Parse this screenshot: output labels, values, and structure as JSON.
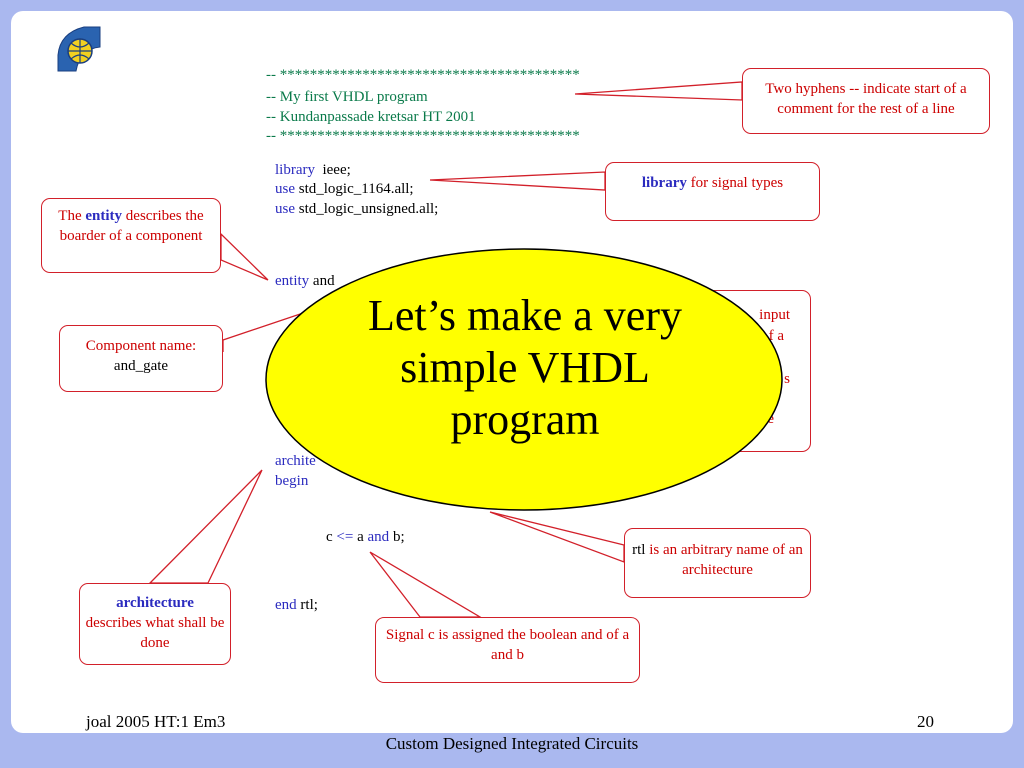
{
  "code": {
    "comment_stars_1": "-- ****************************************",
    "comment_line_2": "-- My first VHDL program",
    "comment_line_3": "-- Kundanpassade kretsar HT 2001",
    "comment_stars_4": "-- ****************************************",
    "lib_kw": "library",
    "lib_name": "ieee;",
    "use1_kw": "use",
    "use1_pkg": "std_logic_1164.all;",
    "use2_kw": "use",
    "use2_pkg": "std_logic_unsigned.all;",
    "entity_kw": "entity",
    "entity_rest": "and",
    "arch_kw": "archite",
    "begin_kw": "begin",
    "assign_c": "c",
    "assign_op": "<=",
    "assign_a": "a",
    "assign_and": "and",
    "assign_b": "b;",
    "end_kw": "end",
    "end_name": "rtl;"
  },
  "callouts": {
    "comment_box": "Two hyphens -- indicate start of a comment for the rest of a line",
    "library_box_kw": "library",
    "library_box_rest": "for signal types",
    "entity_box_pre": "The",
    "entity_box_kw": "entity",
    "entity_box_rest": "describes the boarder of a component",
    "component_box_label": "Component name:",
    "component_box_value": "and_gate",
    "rtl_box_name": "rtl",
    "rtl_box_rest": "is an arbitrary name of an architecture",
    "arch_box_kw": "architecture",
    "arch_box_rest": "describes what shall be done",
    "signal_box": "Signal c is assigned the boolean and of a and b",
    "hidden_frag_1": "input",
    "hidden_frag_2": "f a",
    "hidden_frag_3": "s",
    "hidden_frag_4": "e"
  },
  "oval": {
    "text": "Let’s make a very simple VHDL program",
    "fill": "#ffff00"
  },
  "footer": {
    "left": "joal 2005 HT:1 Em3",
    "page": "20",
    "center": "Custom Designed Integrated Circuits"
  },
  "colors": {
    "background": "#aab8ef",
    "keyword": "#2b2bbf",
    "comment": "#0a7a4a",
    "callout_red": "#cc0000"
  }
}
